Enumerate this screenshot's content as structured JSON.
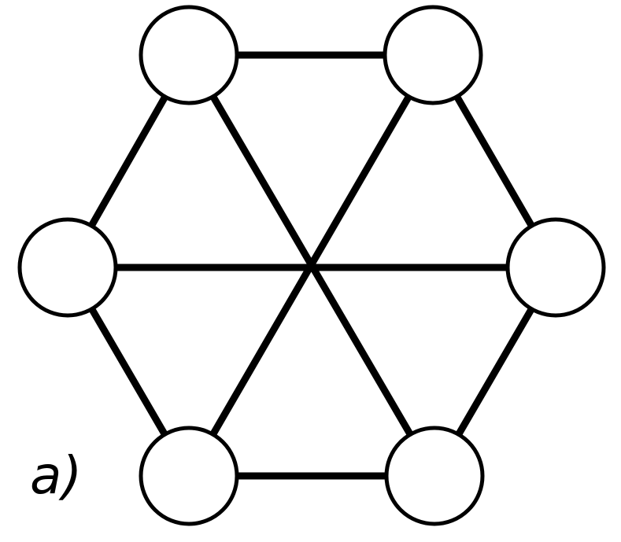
{
  "figure": {
    "label": "a)",
    "line_color": "#000000",
    "background": "#ffffff"
  },
  "graph": {
    "nodes": [
      {
        "id": "top-left"
      },
      {
        "id": "top-right"
      },
      {
        "id": "right"
      },
      {
        "id": "bottom-right"
      },
      {
        "id": "bottom-left"
      },
      {
        "id": "left"
      }
    ],
    "edges": [
      [
        "top-left",
        "top-right"
      ],
      [
        "top-right",
        "right"
      ],
      [
        "right",
        "bottom-right"
      ],
      [
        "bottom-right",
        "bottom-left"
      ],
      [
        "bottom-left",
        "left"
      ],
      [
        "left",
        "top-left"
      ],
      [
        "top-left",
        "bottom-right"
      ],
      [
        "top-right",
        "bottom-left"
      ],
      [
        "left",
        "right"
      ]
    ]
  }
}
